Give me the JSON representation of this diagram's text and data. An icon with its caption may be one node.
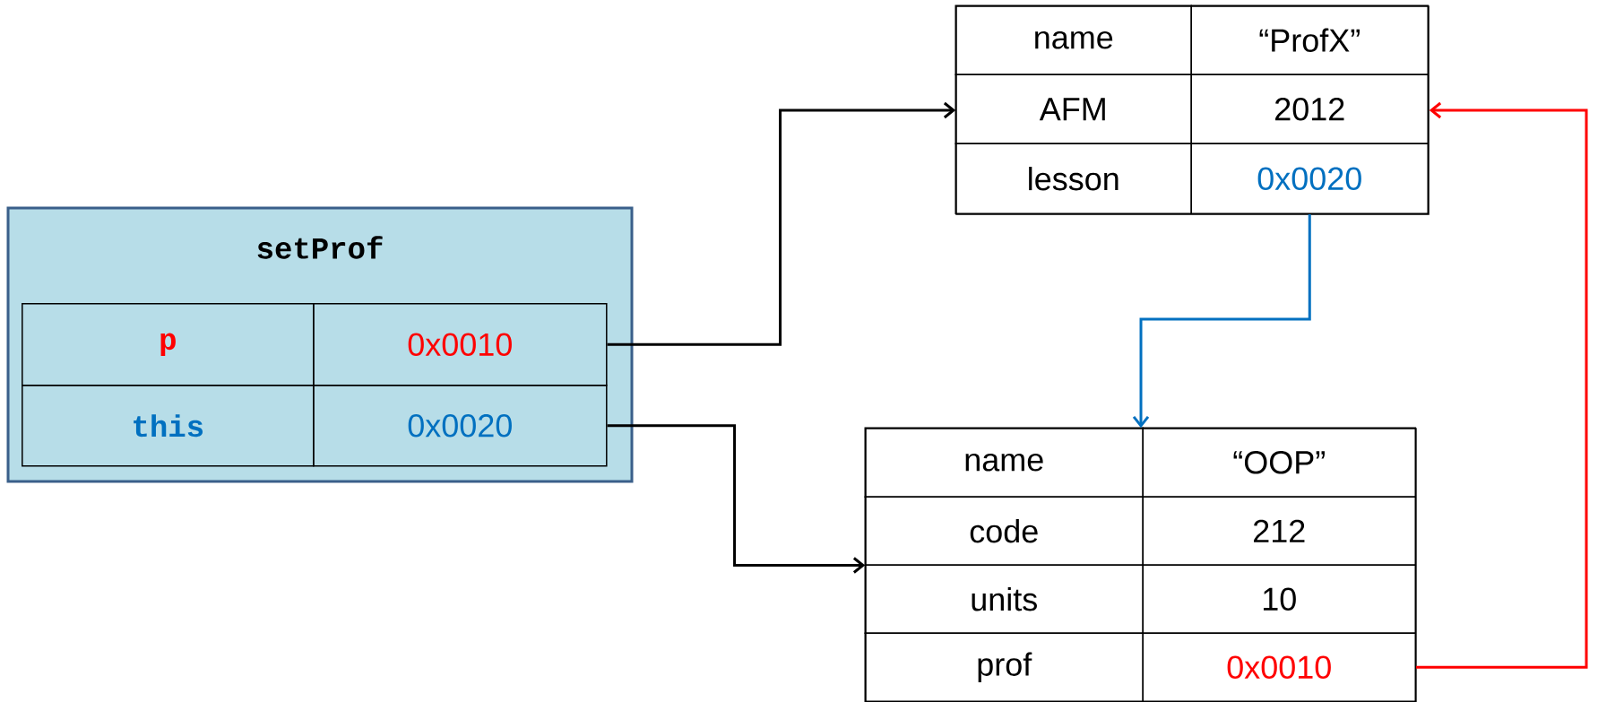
{
  "diagram": {
    "nodes": [
      {
        "text": [
          "setProf"
        ]
      },
      {
        "text": [
          "p"
        ],
        "in": 0
      },
      {
        "text": [
          "0x0010"
        ],
        "in": 0
      },
      {
        "text": [
          "this"
        ],
        "in": 0
      },
      {
        "text": [
          "0x0020"
        ],
        "in": 0
      },
      {
        "text": [],
        "shape": "box"
      },
      {
        "text": [
          "name"
        ],
        "in": 5
      },
      {
        "text": [
          "“ProfX”"
        ],
        "in": 5
      },
      {
        "text": [
          "AFM"
        ],
        "in": 5
      },
      {
        "text": [
          "2012"
        ],
        "in": 5
      },
      {
        "text": [
          "lesson"
        ],
        "in": 5
      },
      {
        "text": [
          "0x0020"
        ],
        "in": 5
      },
      {
        "text": [],
        "shape": "box"
      },
      {
        "text": [
          "name"
        ],
        "in": 12
      },
      {
        "text": [
          "“OOP”"
        ],
        "in": 12
      },
      {
        "text": [
          "code"
        ],
        "in": 12
      },
      {
        "text": [
          "212"
        ],
        "in": 12
      },
      {
        "text": [
          "units"
        ],
        "in": 12
      },
      {
        "text": [
          "10"
        ],
        "in": 12
      },
      {
        "text": [
          "prof"
        ],
        "in": 12
      },
      {
        "text": [
          "0x0010"
        ],
        "in": 12
      }
    ],
    "edges": [
      {
        "from": 2,
        "to": 5,
        "arrow": "to"
      },
      {
        "from": 4,
        "to": 12,
        "arrow": "to"
      },
      {
        "from": 11,
        "to": 12,
        "arrow": "to",
        "color": "#0070c0"
      },
      {
        "from": 20,
        "to": 5,
        "arrow": "to",
        "color": "#ff0000"
      }
    ]
  }
}
